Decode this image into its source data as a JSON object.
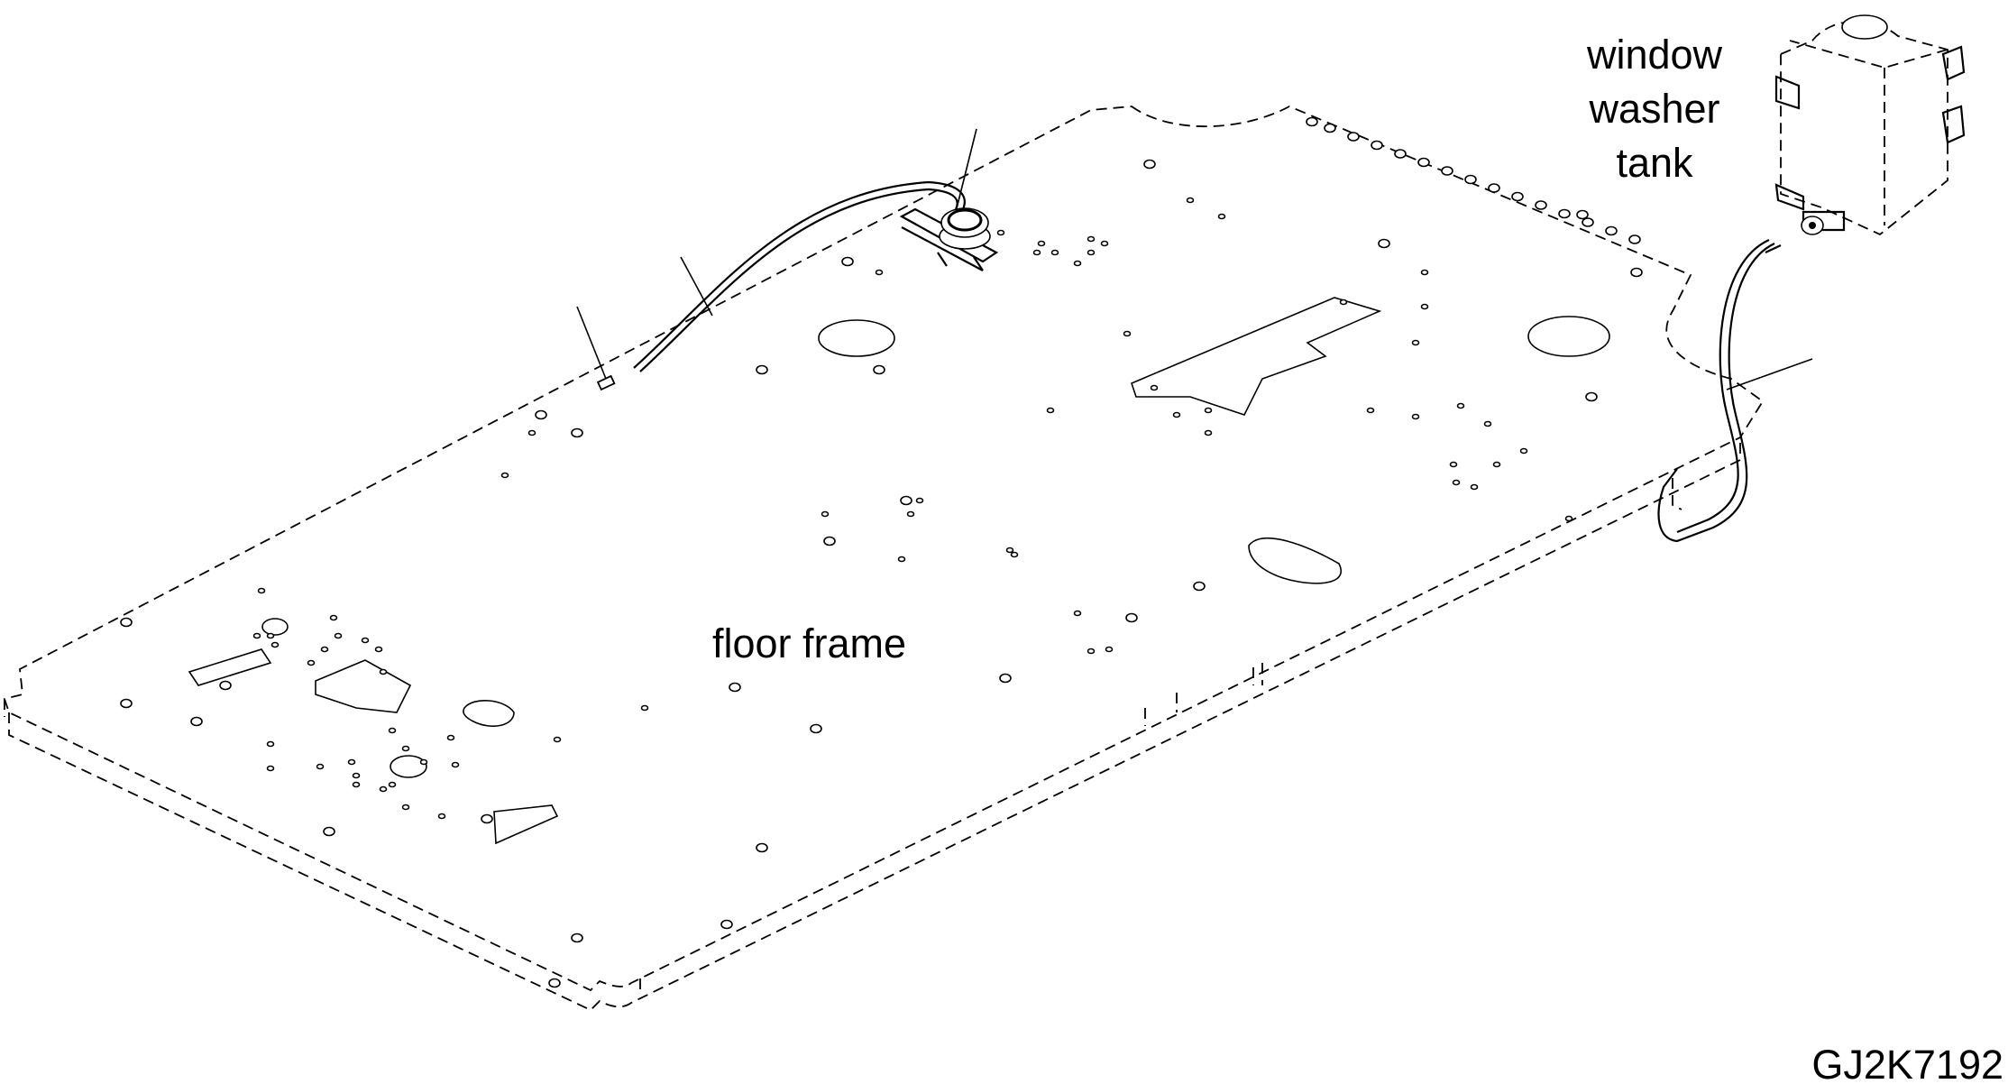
{
  "labels": {
    "floor_frame": "floor frame",
    "tank_line1": "window",
    "tank_line2": "washer",
    "tank_line3": "tank",
    "drawing_code": "GJ2K7192"
  },
  "colors": {
    "ink": "#000000",
    "paper": "#ffffff"
  }
}
